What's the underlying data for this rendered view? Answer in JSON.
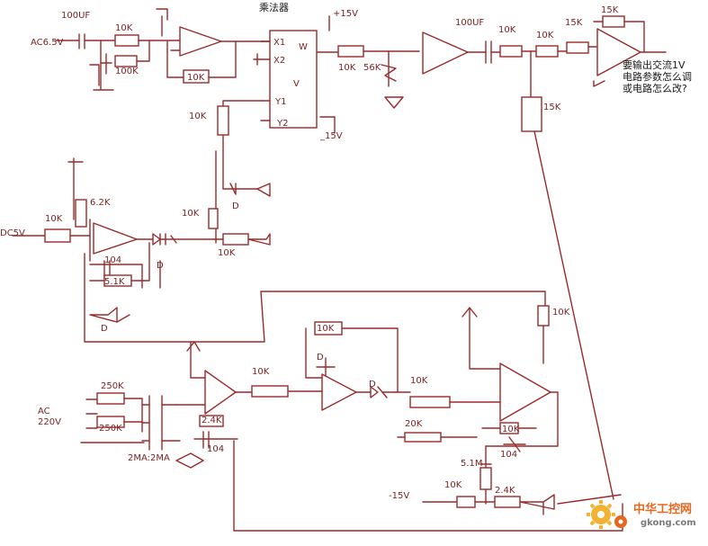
{
  "labels": {
    "ac65v": "AC6.5V",
    "cap_100uf_1": "100UF",
    "r_10k_in1": "10K",
    "r_100k": "100K",
    "r_10k_fb1": "10K",
    "multiplier": "乘法器",
    "pin_x1": "X1",
    "pin_x2": "X2",
    "pin_y1": "Y1",
    "pin_y2": "Y2",
    "pin_w": "W",
    "pin_v": "V",
    "plus15v": "+15V",
    "minus15v_top": "_15V",
    "r_10k_out": "10K",
    "r_56k": "56K",
    "cap_100uf_2": "100UF",
    "r_10k_a": "10K",
    "r_10k_b": "10K",
    "r_15k_a": "15K",
    "r_15k_top": "15K",
    "r_15k_down": "15K",
    "question_1": "要输出交流1V",
    "question_2": "电路参数怎么调",
    "question_3": "或电路怎么改?",
    "r_10k_y": "10K",
    "r_6_2k": "6.2K",
    "dc5v": "DC5V",
    "r_10k_dc": "10K",
    "r_10k_mid": "10K",
    "d_1": "D",
    "d_2": "D",
    "d_3": "D",
    "r_10k_low": "10K",
    "c_104_a": "104",
    "r_5_1k_a": "5.1K",
    "ac220v_1": "AC",
    "ac220v_2": "220V",
    "r_250k_a": "250K",
    "r_250k_b": "250K",
    "r_2_4k_a": "2.4K",
    "c_104_b": "104",
    "xfmr": "2MA:2MA",
    "r_10k_b1": "10K",
    "r_10k_b2": "10K",
    "d_4": "D",
    "d_5": "D",
    "r_10k_b3": "10K",
    "r_20k": "20K",
    "r_10k_b4": "10K",
    "r_10k_right": "10K",
    "r_5_1m": "5.1M",
    "c_104_c": "104",
    "minus15v": "-15V",
    "r_10k_bot": "10K",
    "r_2_4k_b": "2.4K"
  },
  "watermark": {
    "brand": "中华工控网",
    "site": "gkong.com",
    "brand_color": "#e8671e",
    "gear_color": "#f2b233"
  },
  "colors": {
    "wire": "#9a2a2a"
  }
}
